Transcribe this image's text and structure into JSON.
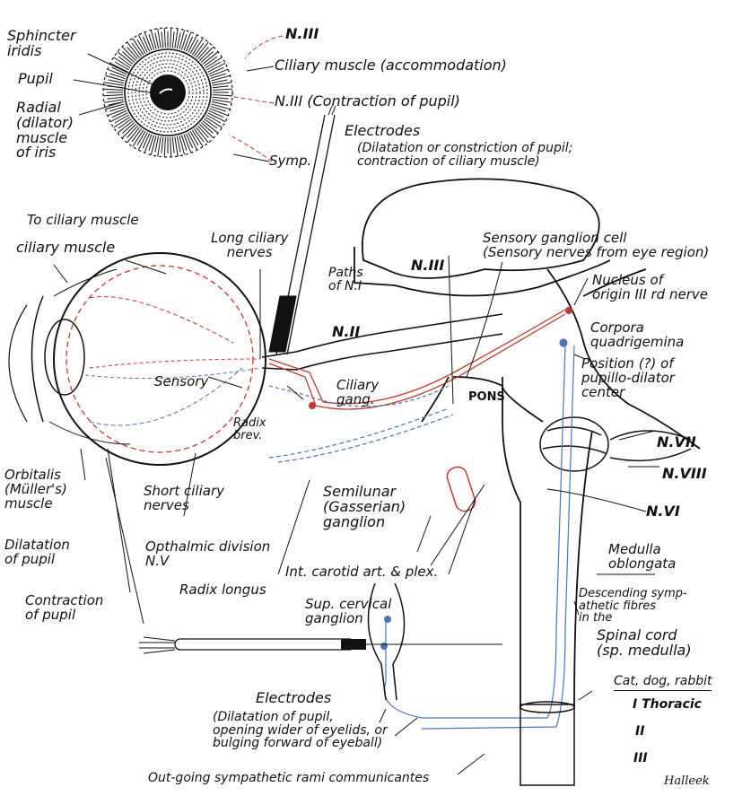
{
  "labels": {
    "sphincter": "Sphincter\niridis",
    "pupil": "Pupil",
    "radial": "Radial\n(dilator)\nmuscle\nof iris",
    "n3_top": "N.III",
    "ciliary_accom": "Ciliary muscle (accommodation)",
    "n3_pupil": "N.III (Contraction of pupil)",
    "electrodes_top": "Electrodes",
    "electrodes_top_desc": "(Dilatation or constriction of pupil;\ncontraction of ciliary muscle)",
    "symp": "Symp.",
    "to_ciliary": "To ciliary muscle",
    "ciliary_muscle": "ciliary muscle",
    "long_ciliary": "Long ciliary\nnerves",
    "paths_n1": "Paths\nof N.I",
    "n3_mid": "N.III",
    "sensory_ganglion": "Sensory ganglion cell\n(Sensory nerves from eye region)",
    "nucleus": "Nucleus of\norigin III rd nerve",
    "n2": "N.II",
    "corpora": "Corpora\nquadrigemina",
    "position_center": "Position (?) of\npupillo-dilator\ncenter",
    "sensory": "Sensory",
    "ciliary_gang": "Ciliary\ngang.",
    "pons": "PONS",
    "radix_brev": "Radix\nbrev.",
    "n7": "N.VII",
    "n8": "N.VIII",
    "n6": "N.VI",
    "orbitalis": "Orbitalis\n(Müller's)\nmuscle",
    "short_ciliary": "Short ciliary\nnerves",
    "semilunar": "Semilunar\n(Gasserian)\nganglion",
    "opthalmic": "Opthalmic division\nN.V",
    "int_carotid": "Int. carotid art. & plex.",
    "medulla": "Medulla\noblongata",
    "dilatation": "Dilatation\nof pupil",
    "radix_longus": "Radix longus",
    "descending": "Descending symp-\nathetic fibres\nin the",
    "spinal_cord": "Spinal cord\n(sp. medulla)",
    "contraction": "Contraction\nof pupil",
    "sup_cervical": "Sup. cervical\nganglion",
    "animals": "Cat, dog, rabbit",
    "thoracic_1": "I  Thoracic",
    "thoracic_2": "II",
    "thoracic_3": "III",
    "electrodes_bottom": "Electrodes",
    "electrodes_bottom_desc": "(Dilatation of pupil,\nopening wider of eyelids, or\nbulging forward of eyeball)",
    "rami": "Out-going sympathetic rami communicantes",
    "signature": "Halleek"
  },
  "colors": {
    "ink": "#111111",
    "red": "#c0392b",
    "blue": "#4a76b8"
  }
}
